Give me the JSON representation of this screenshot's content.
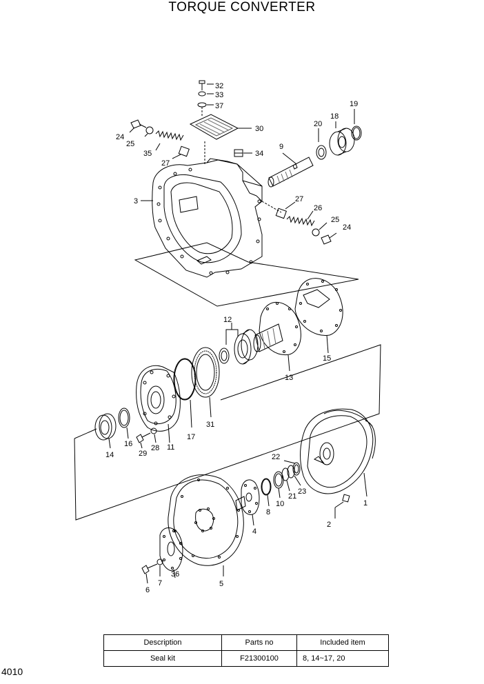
{
  "title": "TORQUE CONVERTER",
  "page_number": "4010",
  "callouts": {
    "n1": "1",
    "n2": "2",
    "n3": "3",
    "n4": "4",
    "n5": "5",
    "n6": "6",
    "n7": "7",
    "n8": "8",
    "n9": "9",
    "n10": "10",
    "n11": "11",
    "n12": "12",
    "n13": "13",
    "n14": "14",
    "n15": "15",
    "n16": "16",
    "n17": "17",
    "n18": "18",
    "n19": "19",
    "n20": "20",
    "n21": "21",
    "n22": "22",
    "n23": "23",
    "n24a": "24",
    "n24b": "24",
    "n25a": "25",
    "n25b": "25",
    "n26": "26",
    "n27a": "27",
    "n27b": "27",
    "n28": "28",
    "n29": "29",
    "n30": "30",
    "n31": "31",
    "n32": "32",
    "n33": "33",
    "n34": "34",
    "n35": "35",
    "n36": "36",
    "n37": "37"
  },
  "kit_table": {
    "headers": {
      "description": "Description",
      "parts_no": "Parts no",
      "included": "Included item"
    },
    "rows": [
      {
        "description": "Seal kit",
        "parts_no": "F21300100",
        "included": "8, 14~17, 20"
      }
    ]
  }
}
